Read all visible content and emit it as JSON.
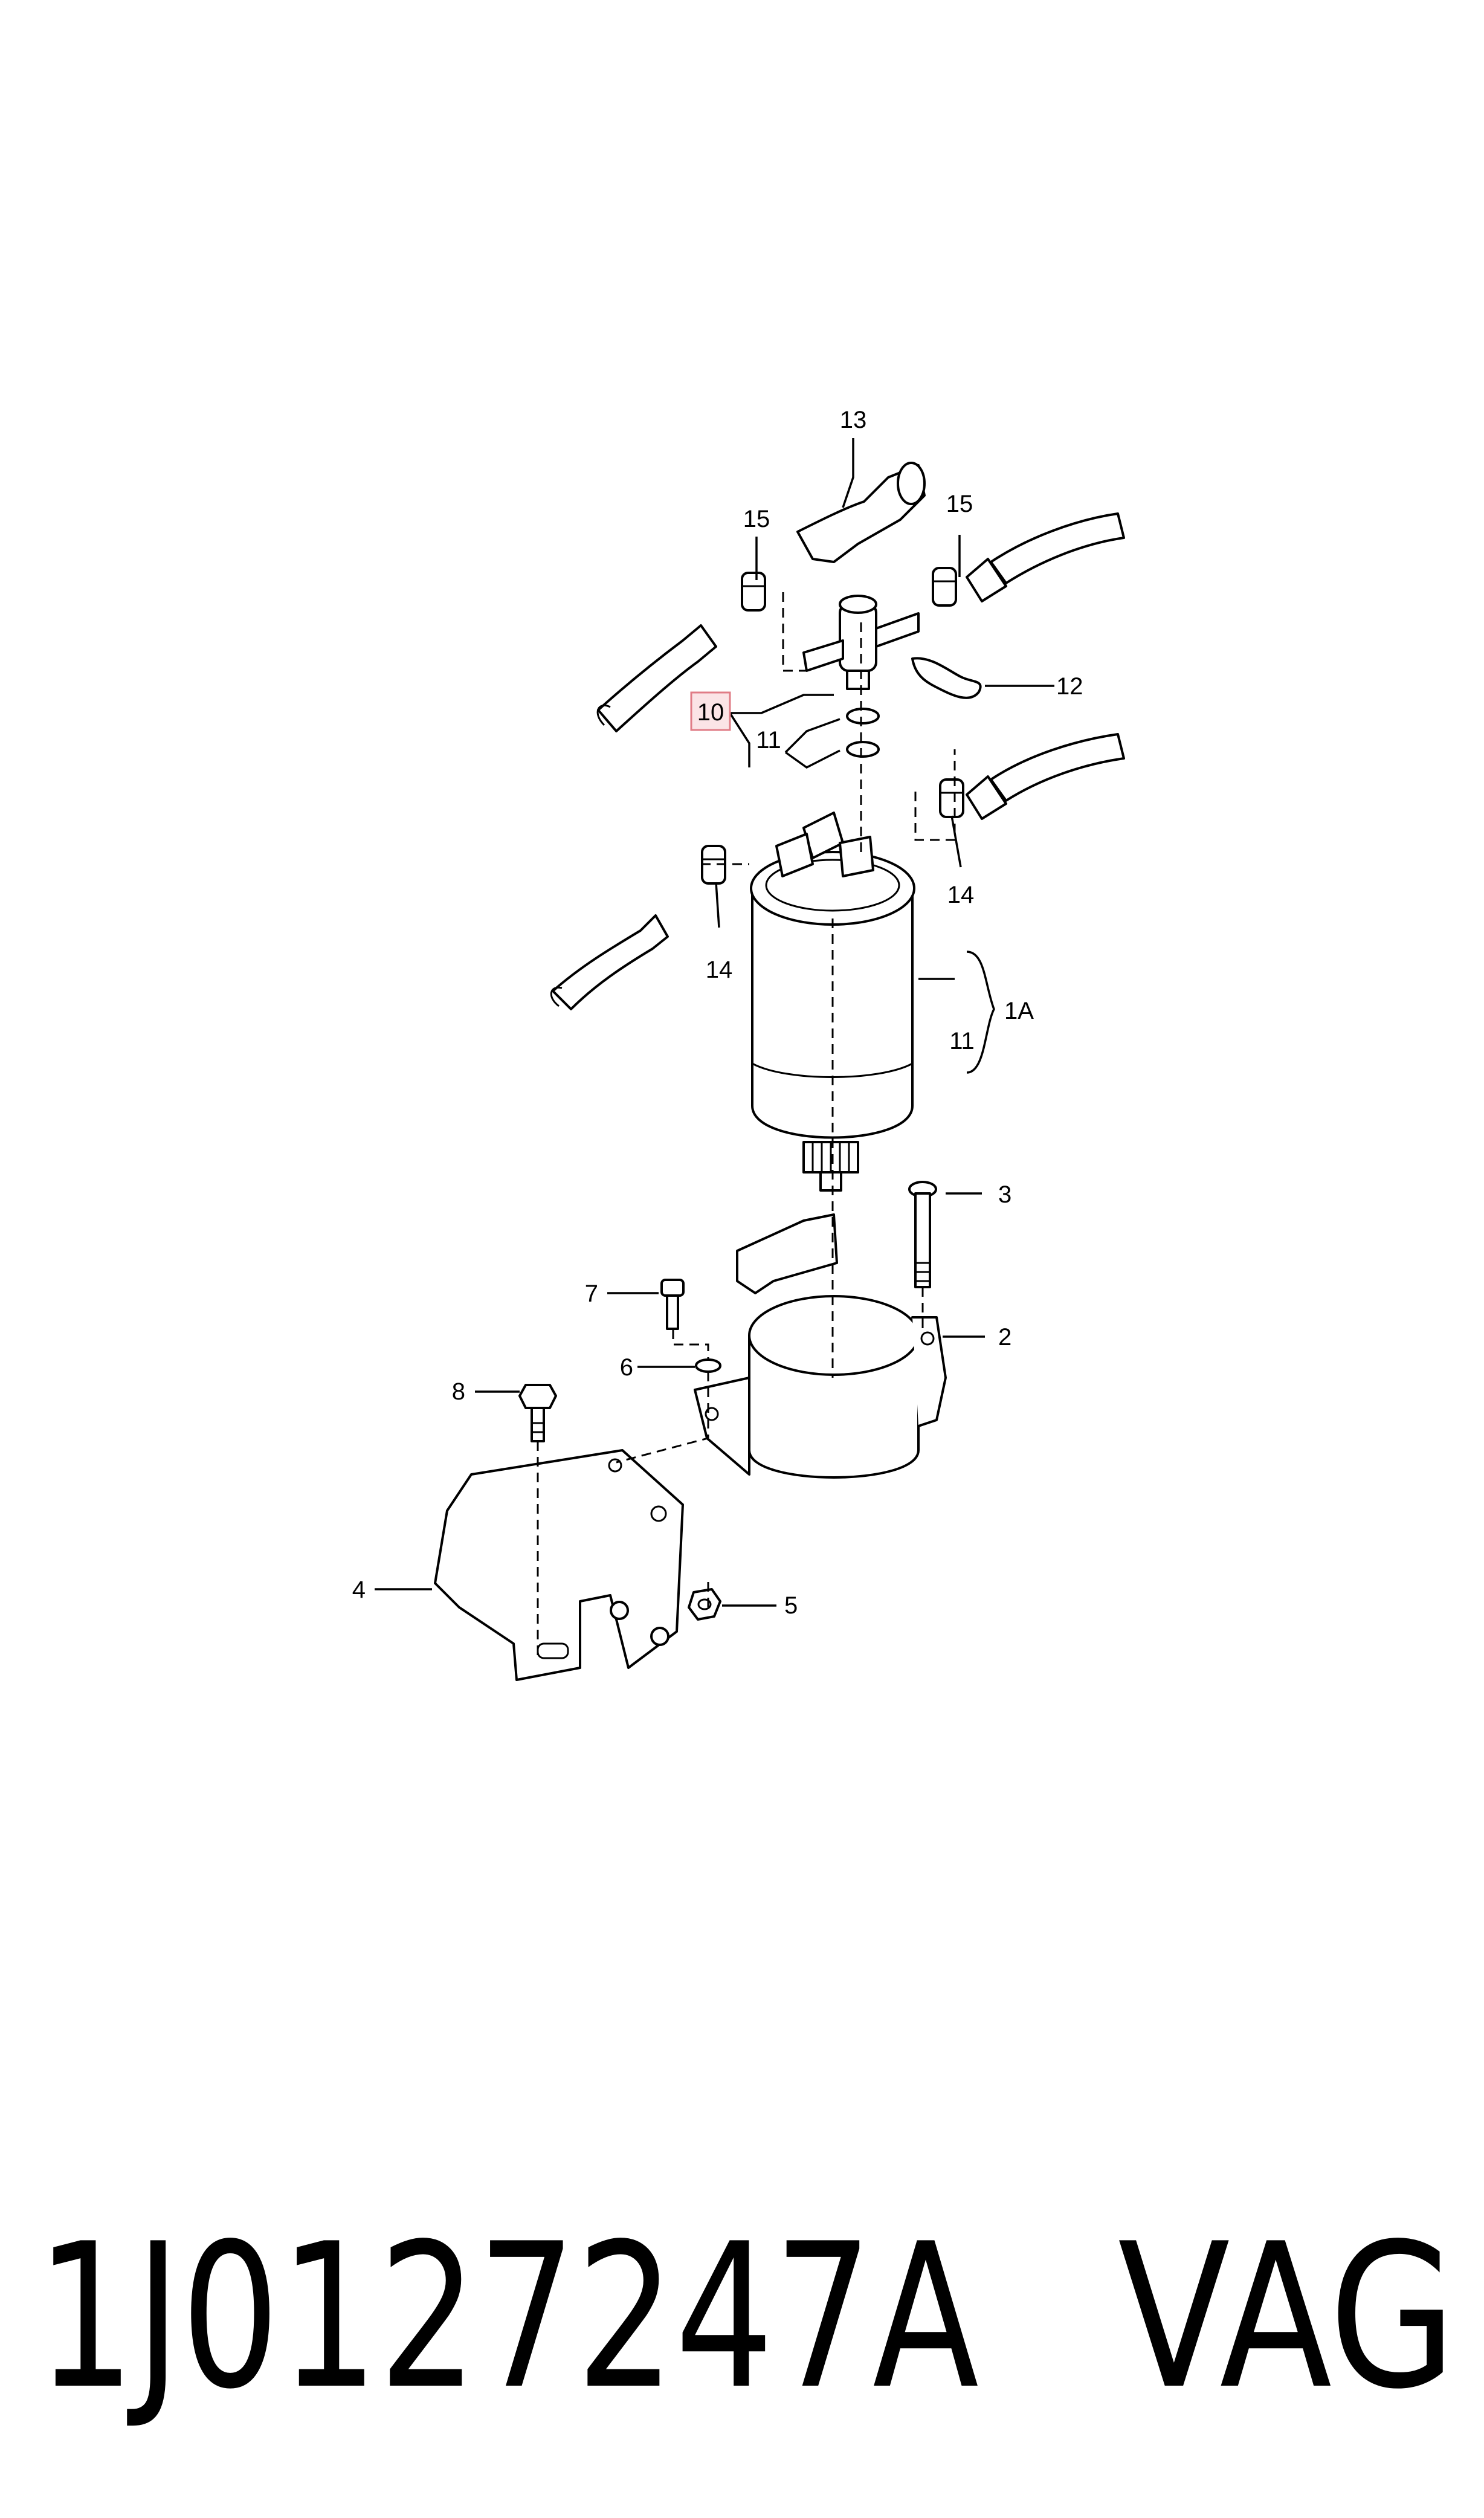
{
  "diagram": {
    "callouts": {
      "c1A": "1A",
      "c2": "2",
      "c3": "3",
      "c4": "4",
      "c5": "5",
      "c6": "6",
      "c7": "7",
      "c8": "8",
      "c10": "10",
      "c11_top": "11",
      "c11_side": "11",
      "c12": "12",
      "c13": "13",
      "c14_right": "14",
      "c14_left": "14",
      "c15_left": "15",
      "c15_right": "15"
    },
    "highlighted_callout": "10",
    "highlight_color": "#e07c86"
  },
  "footer": {
    "part_number": "1J0127247A",
    "brand": "VAG"
  }
}
